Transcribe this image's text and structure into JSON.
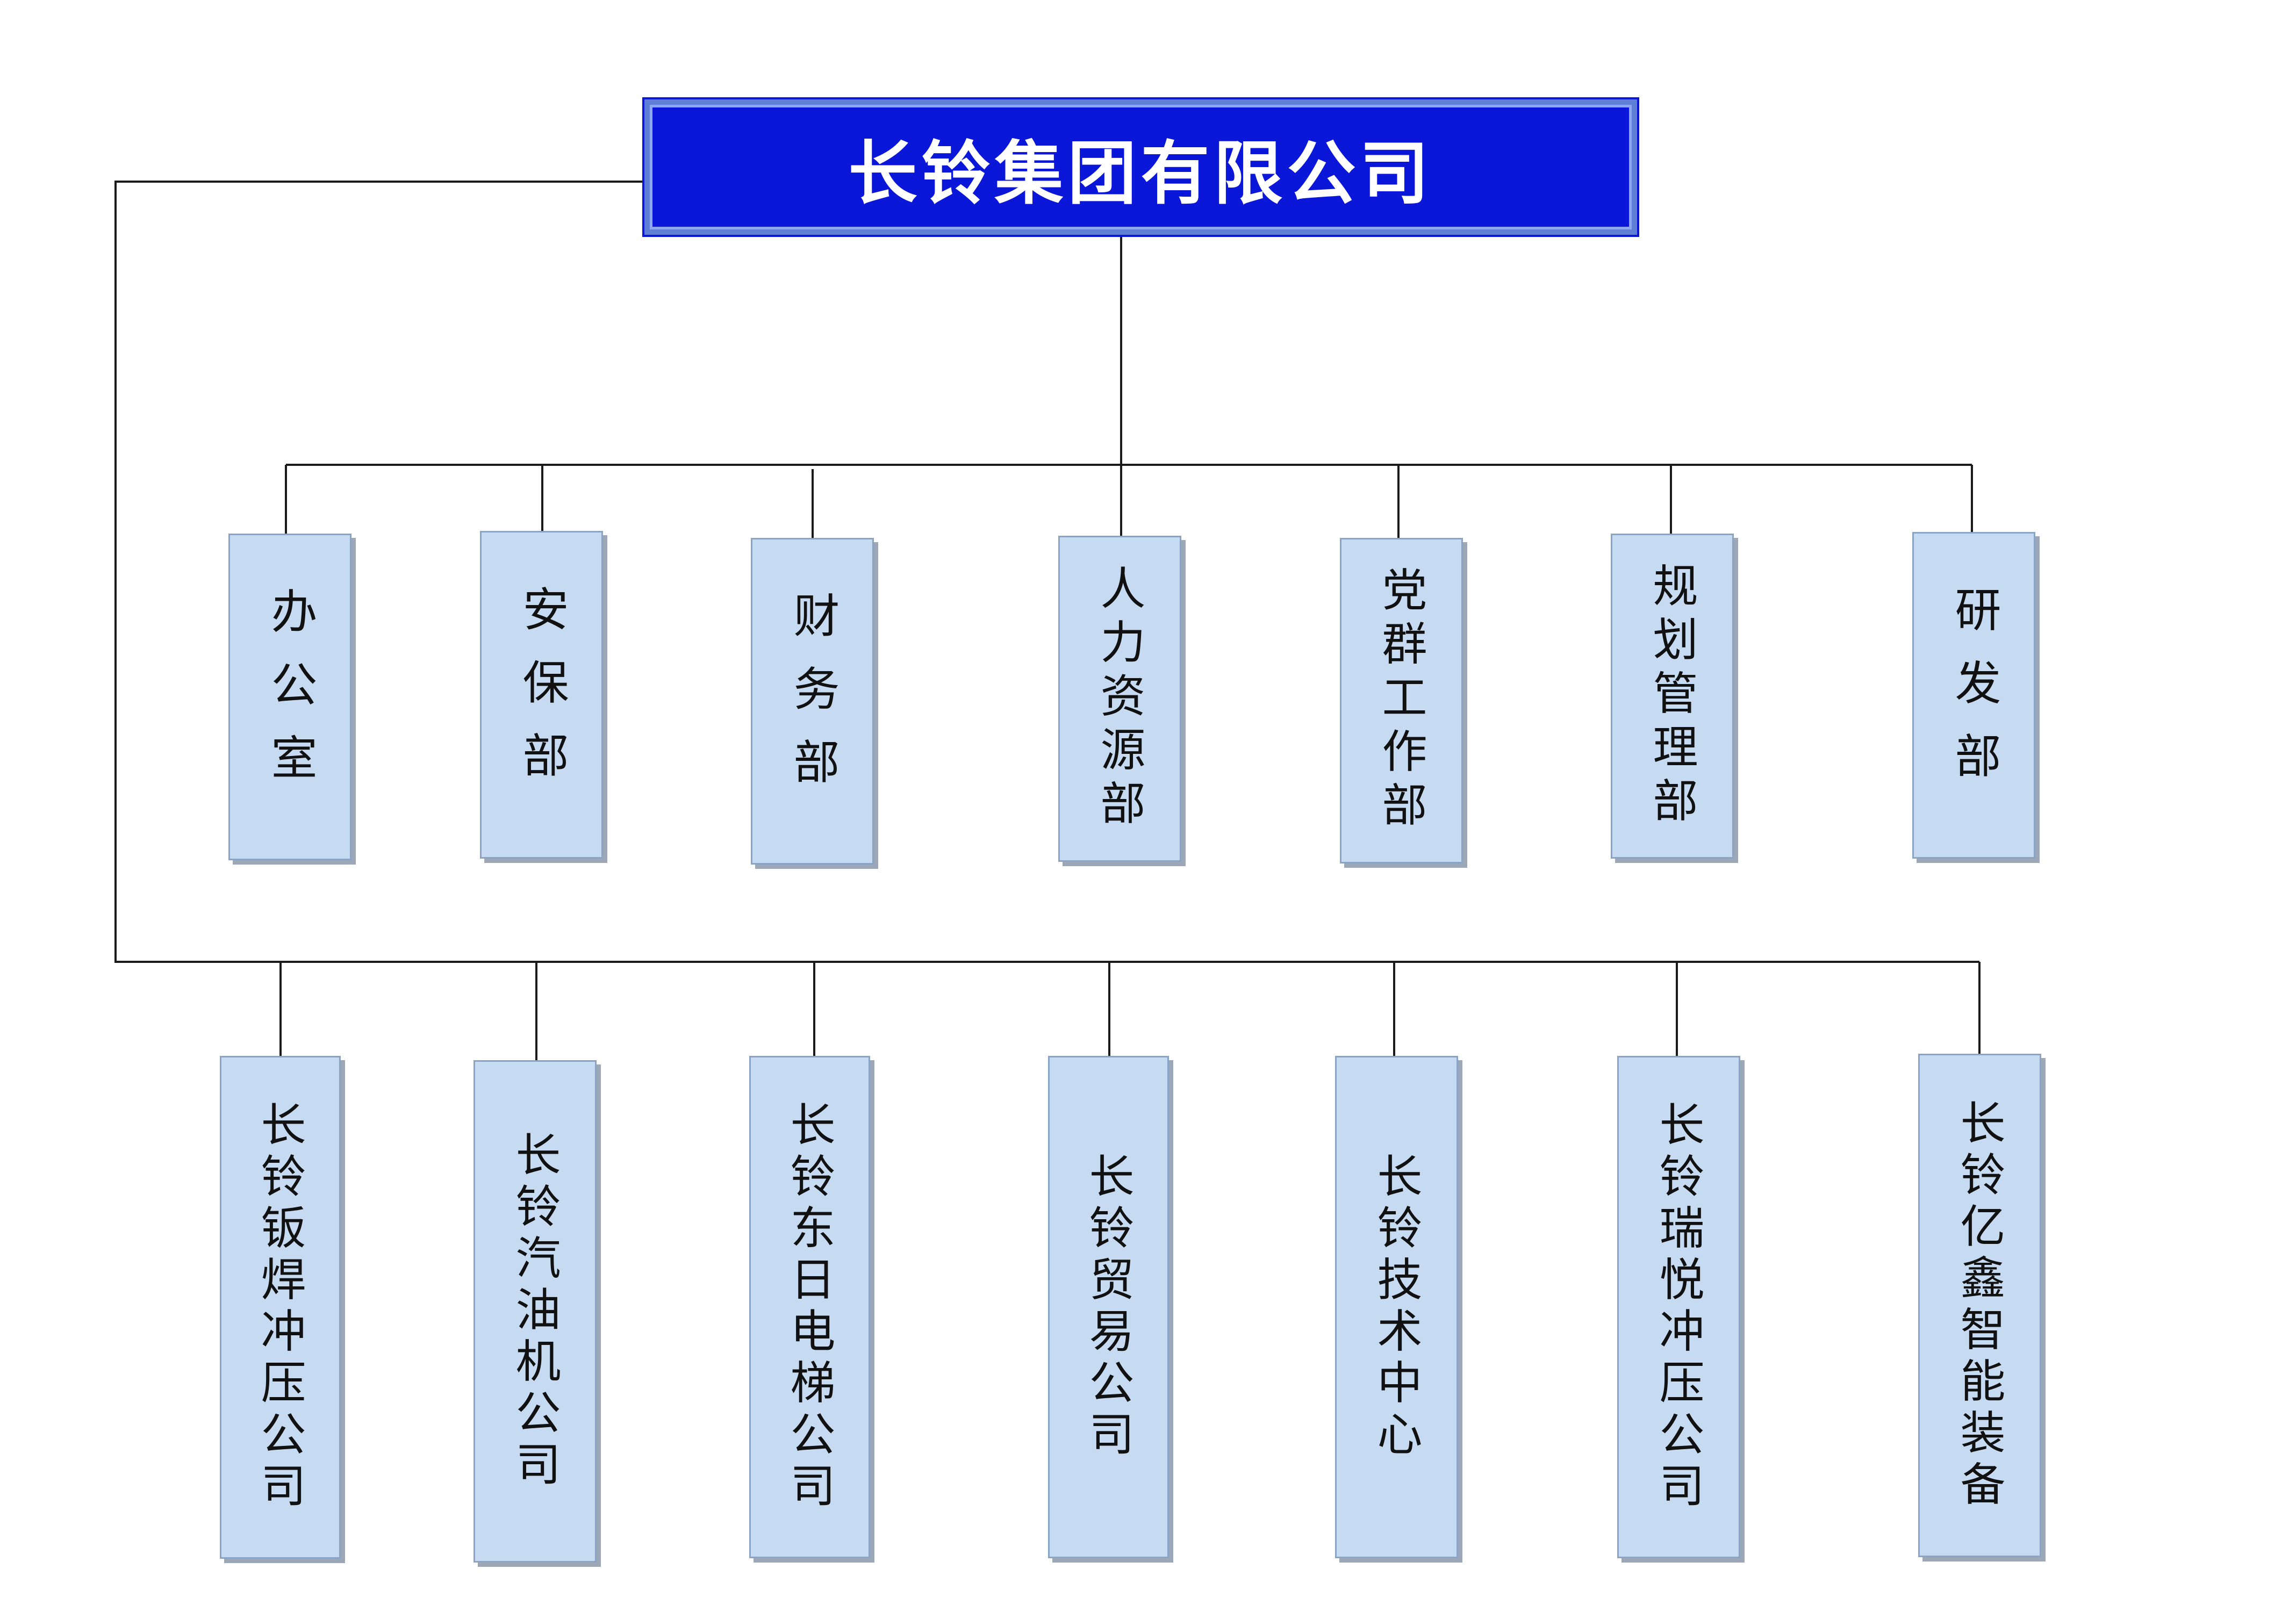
{
  "root": {
    "title": "长铃集团有限公司"
  },
  "departments": [
    {
      "id": "office",
      "label": "办公室"
    },
    {
      "id": "security",
      "label": "安保部"
    },
    {
      "id": "finance",
      "label": "财务部"
    },
    {
      "id": "hr",
      "label": "人力资源部"
    },
    {
      "id": "party",
      "label": "党群工作部"
    },
    {
      "id": "planning",
      "label": "规划管理部"
    },
    {
      "id": "rnd",
      "label": "研发部"
    }
  ],
  "subsidiaries": [
    {
      "id": "stamping",
      "label": "长铃钣焊冲压公司"
    },
    {
      "id": "engine",
      "label": "长铃汽油机公司"
    },
    {
      "id": "elevator",
      "label": "长铃东日电梯公司"
    },
    {
      "id": "trade",
      "label": "长铃贸易公司"
    },
    {
      "id": "tech",
      "label": "长铃技术中心"
    },
    {
      "id": "ruiyue",
      "label": "长铃瑞悦冲压公司"
    },
    {
      "id": "yixin",
      "label": "长铃亿鑫智能装备"
    }
  ],
  "colors": {
    "root_fill": "#0a17d8",
    "node_fill": "#c6daf1",
    "line": "#1a1a1a"
  }
}
